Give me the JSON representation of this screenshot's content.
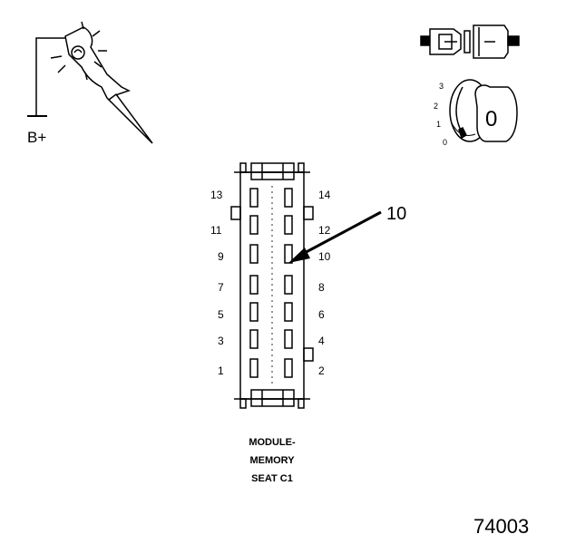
{
  "probe": {
    "supply_label": "B+"
  },
  "ignition": {
    "positions": [
      "3",
      "2",
      "1",
      "0"
    ],
    "key_label": "0"
  },
  "connector": {
    "callout_pin": "10",
    "caption": [
      "MODULE-",
      "MEMORY",
      "SEAT C1"
    ],
    "left_pins": [
      "13",
      "11",
      "9",
      "7",
      "5",
      "3",
      "1"
    ],
    "right_pins": [
      "14",
      "12",
      "10",
      "8",
      "6",
      "4",
      "2"
    ]
  },
  "figure_number": "74003"
}
